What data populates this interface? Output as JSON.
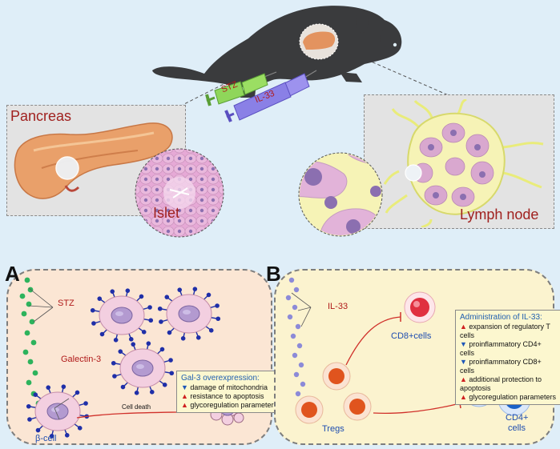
{
  "insets": {
    "pancreas_label": "Pancreas",
    "islet_label": "Islet",
    "lymph_label": "Lymph node"
  },
  "syringes": {
    "stz": "STZ",
    "il33": "IL-33"
  },
  "panel_a": {
    "letter": "A",
    "stz": "STZ",
    "galectin": "Galectin-3",
    "beta_cell": "β-cell",
    "cell_death": "Cell death",
    "legend": {
      "title": "Gal-3 overexpression:",
      "items": [
        {
          "dir": "down",
          "text": "damage of mitochondria"
        },
        {
          "dir": "up",
          "text": "resistance to apoptosis"
        },
        {
          "dir": "up",
          "text": "glycoregulation parameters"
        }
      ]
    }
  },
  "panel_b": {
    "letter": "B",
    "il33": "IL-33",
    "tregs": "Tregs",
    "cd8": "CD8+cells",
    "cd4_line1": "CD4+",
    "cd4_line2": "cells",
    "legend": {
      "title": "Administration of IL-33:",
      "items": [
        {
          "dir": "up",
          "text": "expansion of regulatory T cells"
        },
        {
          "dir": "down",
          "text": "proinflammatory CD4+ cells"
        },
        {
          "dir": "down",
          "text": "proinflammatory CD8+ cells"
        },
        {
          "dir": "up",
          "text": "additional protection to apoptosis"
        },
        {
          "dir": "up",
          "text": "glycoregulation parameters"
        }
      ]
    }
  },
  "colors": {
    "background": "#dfeef8",
    "panel_a": "#fbe6d4",
    "panel_b": "#fbf3cf",
    "stz_syringe": "#8fd65a",
    "il33_syringe": "#8a80e6",
    "beta_cell": "#f3cfe0",
    "receptor": "#1f2fa8",
    "galectin_dot": "#2db35c",
    "il33_dot": "#8c8ad8",
    "treg": "#e0541e",
    "cd8": "#e03040",
    "cd4": "#1a62c8",
    "arrow": "#d0302a"
  },
  "icons": [
    "mouse-silhouette",
    "pancreas-organ",
    "islet-magnifier",
    "lymph-node",
    "lymph-magnifier",
    "syringe"
  ]
}
